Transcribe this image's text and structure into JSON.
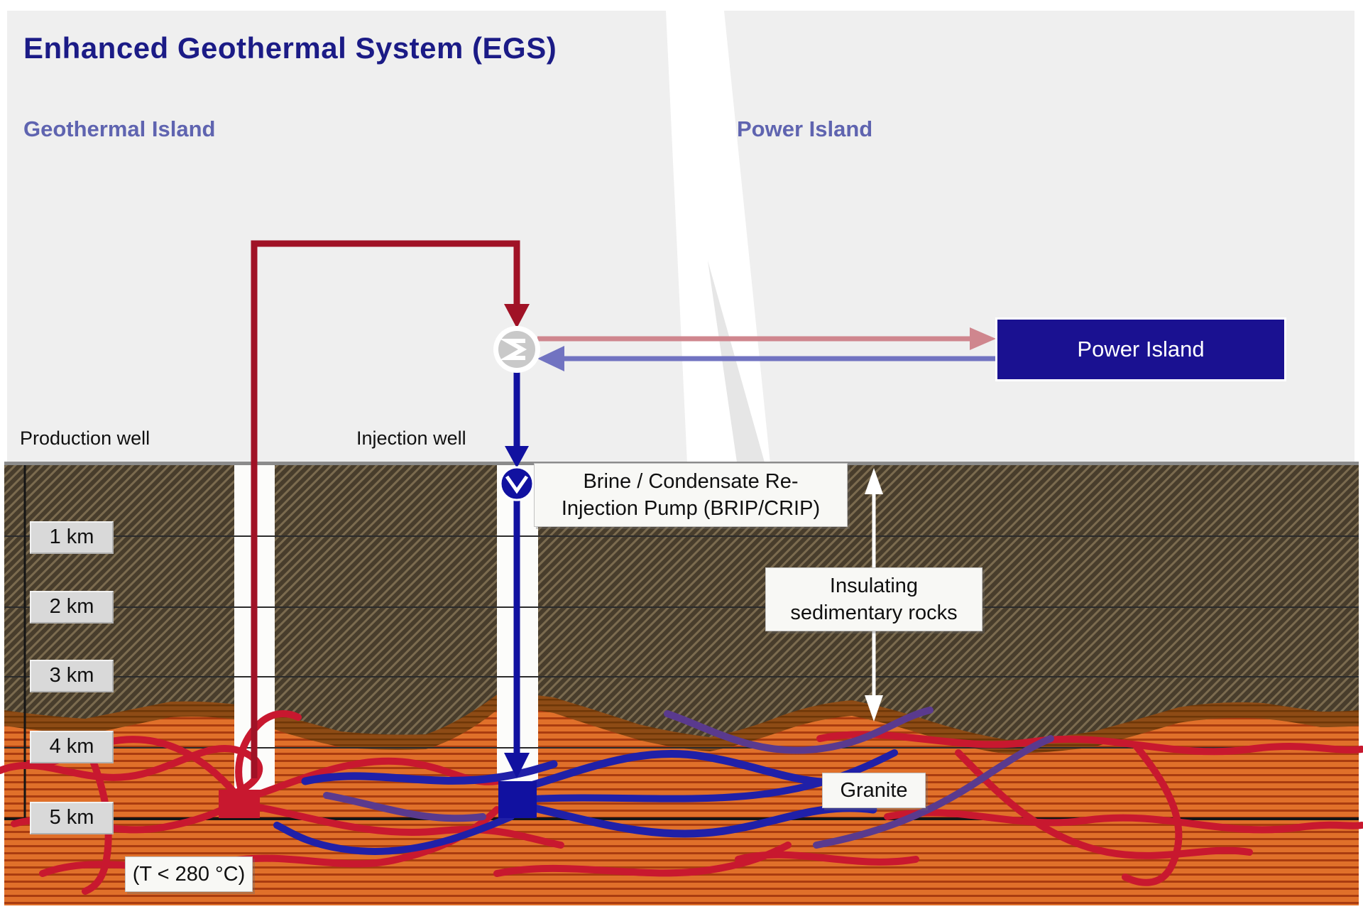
{
  "title": "Enhanced Geothermal System (EGS)",
  "headings": {
    "geothermal_island": "Geothermal Island",
    "power_island": "Power Island"
  },
  "wells": {
    "production": "Production well",
    "injection": "Injection well"
  },
  "depth_markers": [
    "1 km",
    "2 km",
    "3 km",
    "4 km",
    "5 km"
  ],
  "callouts": {
    "brine_pump_lines": [
      "Brine / Condensate Re-",
      "Injection Pump (BRIP/CRIP)"
    ],
    "insulating_lines": [
      "Insulating",
      "sedimentary rocks"
    ],
    "granite": "Granite",
    "temperature": "(T < 280 °C)"
  },
  "power_island_box": {
    "label": "Power Island"
  },
  "icons": {
    "heat_exchanger": "sigma-heat-exchanger-icon",
    "pump": "pump-chevron-icon",
    "thickness_arrow": "double-headed-vertical-arrow"
  },
  "colors": {
    "title_color": "#1b1b86",
    "subhead_color": "#5f64b0",
    "panel": "#efefef",
    "hot_pipe": "#a01226",
    "cold_pipe": "#1111a0",
    "vapor_line": "#cf868e",
    "condensate_line": "#7173c1",
    "power_box": "#1a1191",
    "sediment_brown": "#483d2c",
    "sediment_stripe": "#7b6b4f",
    "granite_orange": "#e0702a",
    "granite_stripe": "#a93c10",
    "transition_sienna": "#8d4b15",
    "fracture_red": "#c8182f",
    "fracture_blue": "#2020a8",
    "fracture_purple": "#5a3a8e"
  }
}
